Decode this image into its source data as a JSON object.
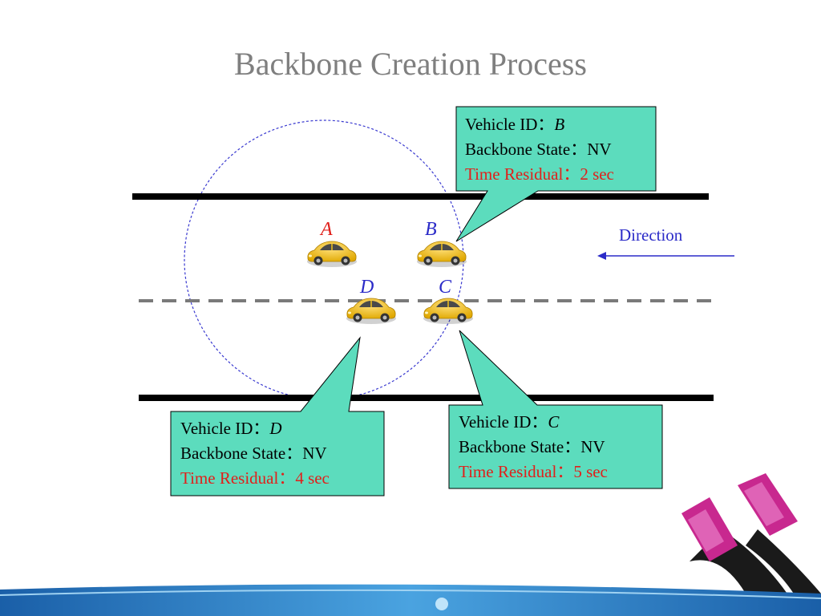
{
  "slide": {
    "title": "Backbone Creation Process"
  },
  "vehicles": [
    {
      "id": "A",
      "label_color": "#e0201b"
    },
    {
      "id": "B",
      "label_color": "#2b2bc8"
    },
    {
      "id": "D",
      "label_color": "#2b2bc8"
    },
    {
      "id": "C",
      "label_color": "#2b2bc8"
    }
  ],
  "direction_label": "Direction",
  "callouts": [
    {
      "vehicle_id_label": "Vehicle ID：",
      "vehicle_id": "B",
      "backbone_state": "Backbone State：NV",
      "time_residual": "Time Residual：2 sec"
    },
    {
      "vehicle_id_label": "Vehicle ID：",
      "vehicle_id": "D",
      "backbone_state": "Backbone State：NV",
      "time_residual": "Time Residual：4 sec"
    },
    {
      "vehicle_id_label": "Vehicle ID：",
      "vehicle_id": "C",
      "backbone_state": "Backbone State：NV",
      "time_residual": "Time Residual：5 sec"
    }
  ],
  "colors": {
    "callout_fill": "#5cdcbd",
    "road": "#000000",
    "lane_divider": "#7a7a7a",
    "range_circle": "#3a3ad0",
    "direction_arrow": "#2b2bc8",
    "car_body": "#f2c21b",
    "accent_red": "#e0201b"
  }
}
